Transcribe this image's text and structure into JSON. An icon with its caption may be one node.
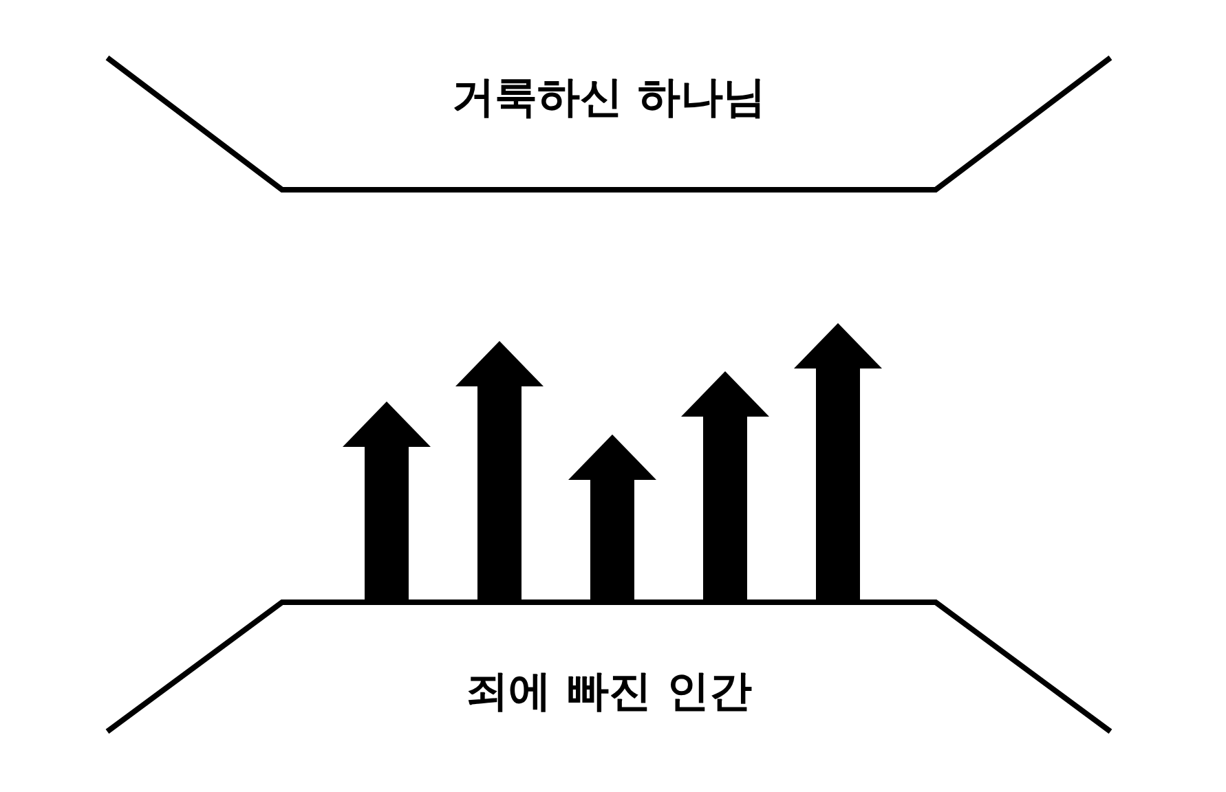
{
  "diagram": {
    "nodes": [
      {
        "text": [
          "거룩하신 하나님"
        ]
      },
      {
        "text": [
          "죄에 빠진 인간"
        ]
      }
    ],
    "edges": [
      {
        "from": 1,
        "to": null,
        "arrow": "to"
      },
      {
        "from": 1,
        "to": null,
        "arrow": "to"
      },
      {
        "from": 1,
        "to": null,
        "arrow": "to"
      },
      {
        "from": 1,
        "to": null,
        "arrow": "to"
      },
      {
        "from": 1,
        "to": null,
        "arrow": "to"
      }
    ]
  }
}
